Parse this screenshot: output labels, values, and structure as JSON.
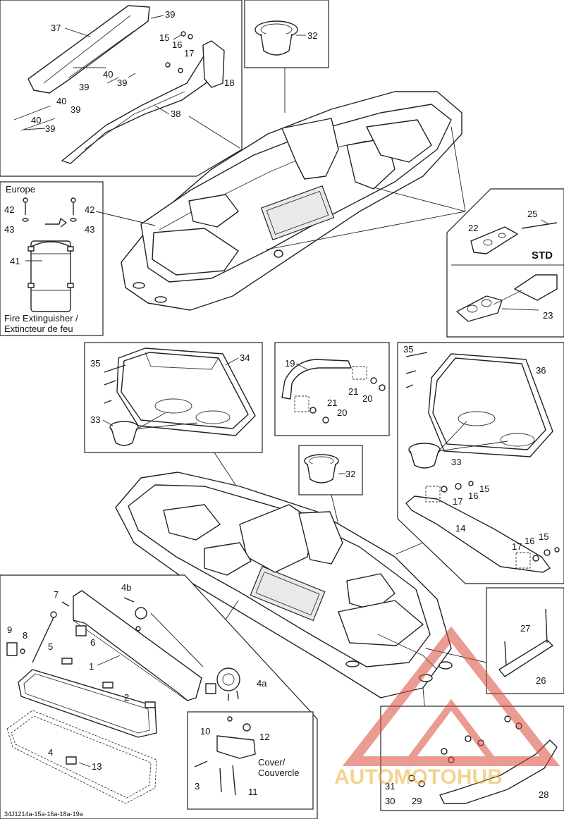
{
  "diagram": {
    "panels": {
      "europe_title": "Europe",
      "fire_line1": "Fire Extinguisher /",
      "fire_line2": "Extincteur de feu",
      "std": "STD",
      "cover_line1": "Cover/",
      "cover_line2": "Couvercle"
    },
    "callouts": {
      "c37": "37",
      "c39a": "39",
      "c15a": "15",
      "c16a": "16",
      "c17a": "17",
      "c18": "18",
      "c40a": "40",
      "c39b": "39",
      "c39c": "39",
      "c40b": "40",
      "c39d": "39",
      "c40c": "40",
      "c39e": "39",
      "c38": "38",
      "c32a": "32",
      "c42a": "42",
      "c42b": "42",
      "c43a": "43",
      "c43b": "43",
      "c41": "41",
      "c25": "25",
      "c22": "22",
      "c23": "23",
      "c35a": "35",
      "c34": "34",
      "c33a": "33",
      "c19": "19",
      "c21a": "21",
      "c20a": "20",
      "c21b": "21",
      "c20b": "20",
      "c35b": "35",
      "c36": "36",
      "c33b": "33",
      "c32b": "32",
      "c15b": "15",
      "c17b": "17",
      "c16b": "16",
      "c14": "14",
      "c17c": "17",
      "c16c": "16",
      "c15c": "15",
      "c7": "7",
      "c4b": "4b",
      "c9": "9",
      "c8": "8",
      "c6": "6",
      "c5": "5",
      "c1": "1",
      "c2": "2",
      "c4a": "4a",
      "c4": "4",
      "c13": "13",
      "c27": "27",
      "c26": "26",
      "c10": "10",
      "c12": "12",
      "c3": "3",
      "c11": "11",
      "c31": "31",
      "c30": "30",
      "c29": "29",
      "c28": "28"
    },
    "footer_code": "34J1214a-15a-16a-18a-19a",
    "watermark": "AUTOMOTOHUB"
  }
}
